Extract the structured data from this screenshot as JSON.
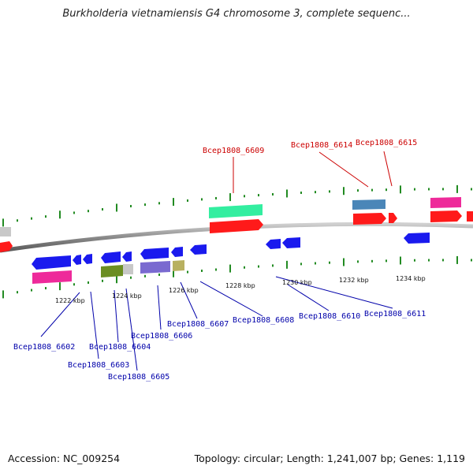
{
  "title": "Burkholderia vietnamiensis G4 chromosome 3, complete sequenc...",
  "accession": "Accession: NC_009254",
  "topology": "Topology: circular; Length: 1,241,007 bp; Genes: 1,119",
  "colors": {
    "backbone": "#808080",
    "tick": "#228b22",
    "red": "#ff1a1a",
    "blue": "#1a1aee",
    "pink": "#ee2a9a",
    "green": "#33eea0",
    "steel": "#4a86b8",
    "olive": "#6b8e23",
    "purple": "#7a6ad0",
    "khaki": "#b8b060",
    "gray": "#c8c8c8",
    "label_red": "#cc0000",
    "label_blue": "#0000aa"
  },
  "tick_labels": [
    "1222 kbp",
    "1224 kbp",
    "1226 kbp",
    "1228 kbp",
    "1230 kbp",
    "1232 kbp",
    "1234 kbp"
  ],
  "gene_labels_top": [
    "Bcep1808_6609",
    "Bcep1808_6614",
    "Bcep1808_6615"
  ],
  "gene_labels_bottom": [
    "Bcep1808_6602",
    "Bcep1808_6603",
    "Bcep1808_6604",
    "Bcep1808_6605",
    "Bcep1808_6606",
    "Bcep1808_6607",
    "Bcep1808_6608",
    "Bcep1808_6610",
    "Bcep1808_6611"
  ]
}
